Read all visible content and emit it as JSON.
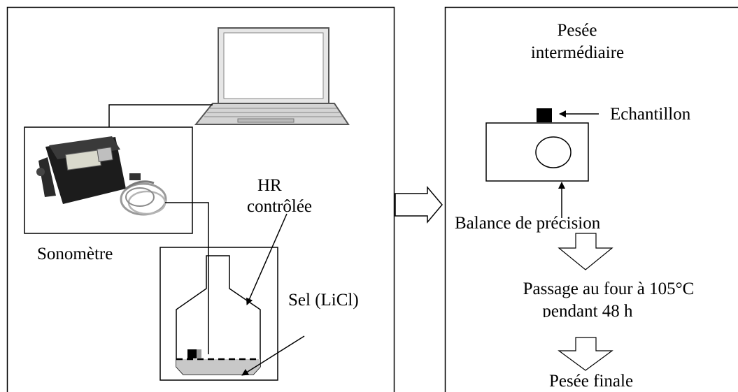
{
  "left_panel": {
    "device_label": "Sonomètre",
    "humidity_label_line1": "HR",
    "humidity_label_line2": "contrôlée",
    "salt_label": "Sel (LiCl)"
  },
  "right_panel": {
    "title_line1": "Pesée",
    "title_line2": "intermédiaire",
    "sample_label": "Echantillon",
    "balance_label": "Balance de précision",
    "oven_line1": "Passage au four à 105°C",
    "oven_line2": "pendant 48 h",
    "final_label": "Pesée finale"
  },
  "icons": {
    "laptop": "laptop-icon",
    "sound_level_meter": "sound-level-meter-photo",
    "jar": "sealed-jar-icon",
    "scale": "precision-scale-icon"
  },
  "colors": {
    "line": "#000000",
    "salt_fill": "#c8c8c8",
    "laptop_fill": "#d9d9d9"
  }
}
